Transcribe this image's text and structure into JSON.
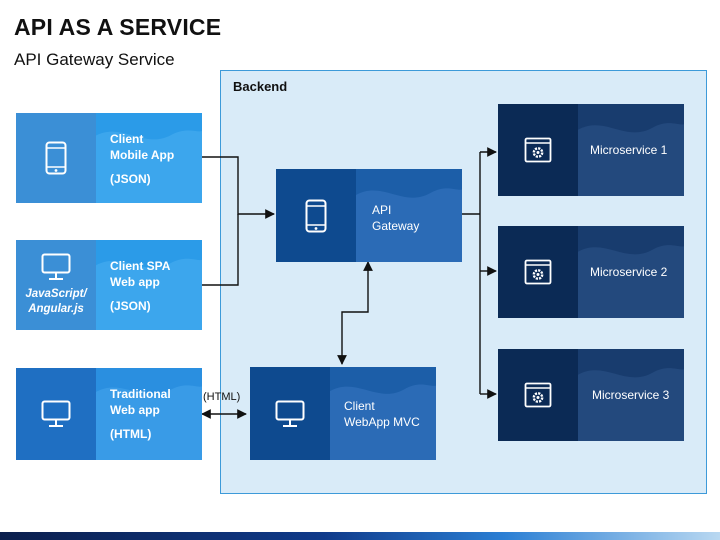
{
  "header": {
    "title": "API AS A SERVICE",
    "subtitle": "API Gateway Service"
  },
  "backend": {
    "label": "Backend"
  },
  "clients": [
    {
      "lines": [
        "Client",
        "Mobile App"
      ],
      "sub": "(JSON)",
      "icon": "mobile-phone-icon"
    },
    {
      "lines": [
        "Client SPA",
        "Web app"
      ],
      "sub": "(JSON)",
      "icon": "monitor-icon",
      "icon_note": [
        "JavaScript/",
        "Angular.js"
      ]
    },
    {
      "lines": [
        "Traditional",
        "Web app"
      ],
      "sub": "(HTML)",
      "icon": "monitor-icon"
    }
  ],
  "gateway": {
    "lines": [
      "API",
      "Gateway"
    ],
    "icon": "mobile-phone-icon"
  },
  "webapp_mvc": {
    "lines": [
      "Client",
      "WebApp MVC"
    ],
    "icon": "monitor-icon"
  },
  "microservices": [
    {
      "label": "Microservice 1",
      "icon": "gear-window-icon"
    },
    {
      "label": "Microservice 2",
      "icon": "gear-window-icon"
    },
    {
      "label": "Microservice 3",
      "icon": "gear-window-icon"
    }
  ],
  "connectors": {
    "html_label": "(HTML)"
  },
  "colors": {
    "client_icon": "#3b8fd6",
    "client_body": "#2b9be8",
    "client3_icon": "#1f6fc2",
    "client3_body": "#2a8fe0",
    "gateway_icon": "#0e4a8f",
    "gateway_body": "#1c5ea8",
    "micro_icon": "#0b2a55",
    "micro_body": "#183c6e",
    "line": "#111111"
  }
}
